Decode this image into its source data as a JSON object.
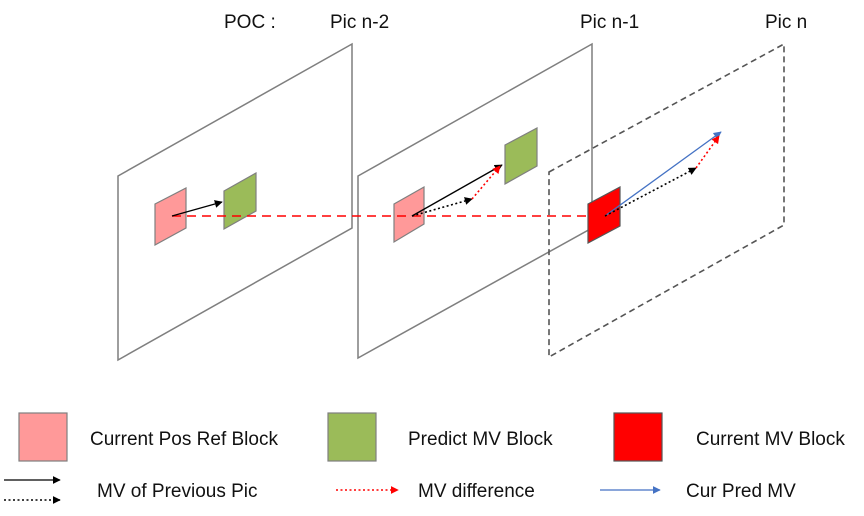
{
  "header": {
    "poc_label": "POC :",
    "pictures": [
      {
        "label": "Pic n-2"
      },
      {
        "label": "Pic n-1"
      },
      {
        "label": "Pic n"
      }
    ]
  },
  "legend": {
    "blocks": [
      {
        "label": "Current Pos Ref Block",
        "color": "#ff9999"
      },
      {
        "label": "Predict MV Block",
        "color": "#9bbb59"
      },
      {
        "label": "Current MV Block",
        "color": "#ff0000"
      }
    ],
    "arrows": [
      {
        "label": "MV of Previous Pic",
        "color": "#000000"
      },
      {
        "label": "MV difference",
        "color": "#ff0000"
      },
      {
        "label": "Cur Pred MV",
        "color": "#4472c4"
      }
    ]
  },
  "colors": {
    "frame_stroke": "#7f7f7f",
    "ref_block": "#ff9999",
    "predict_block": "#9bbb59",
    "current_block": "#ff0000",
    "dashed_line": "#ff0000",
    "pred_mv": "#4472c4"
  }
}
